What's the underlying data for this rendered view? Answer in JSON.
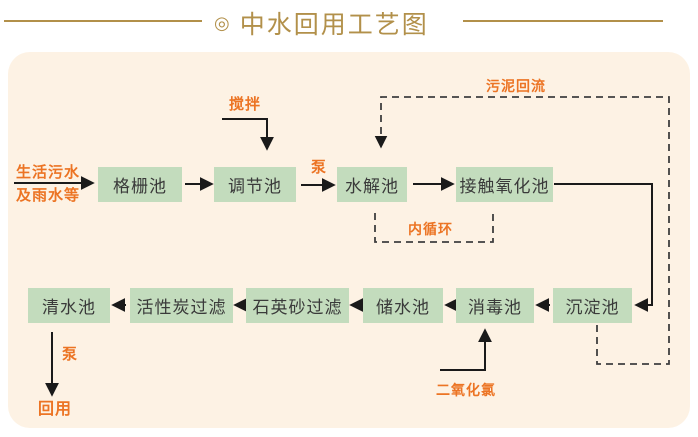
{
  "title": {
    "bullet": "◎",
    "text": "中水回用工艺图"
  },
  "inflow": {
    "line1": "生活污水",
    "line2": "及雨水等"
  },
  "nodes": {
    "grid": "格栅池",
    "regulating": "调节池",
    "hydrolysis": "水解池",
    "contact_oxidation": "接触氧化池",
    "sedimentation": "沉淀池",
    "disinfection": "消毒池",
    "storage": "储水池",
    "quartz_filter": "石英砂过滤",
    "carbon_filter": "活性炭过滤",
    "clear_water": "清水池"
  },
  "labels": {
    "stirring": "搅拌",
    "pump_inlet": "泵",
    "sludge_return": "污泥回流",
    "internal_circulation": "内循环",
    "chlorine_dioxide": "二氧化氯",
    "pump_outlet": "泵",
    "reuse": "回用"
  },
  "colors": {
    "title_gold": "#b2904a",
    "label_orange": "#ec7424",
    "node_green": "#c3dcbd",
    "panel_bg": "#fdf2e4",
    "line_black": "#1a1a1a",
    "dash_gray": "#3f3f3f"
  }
}
